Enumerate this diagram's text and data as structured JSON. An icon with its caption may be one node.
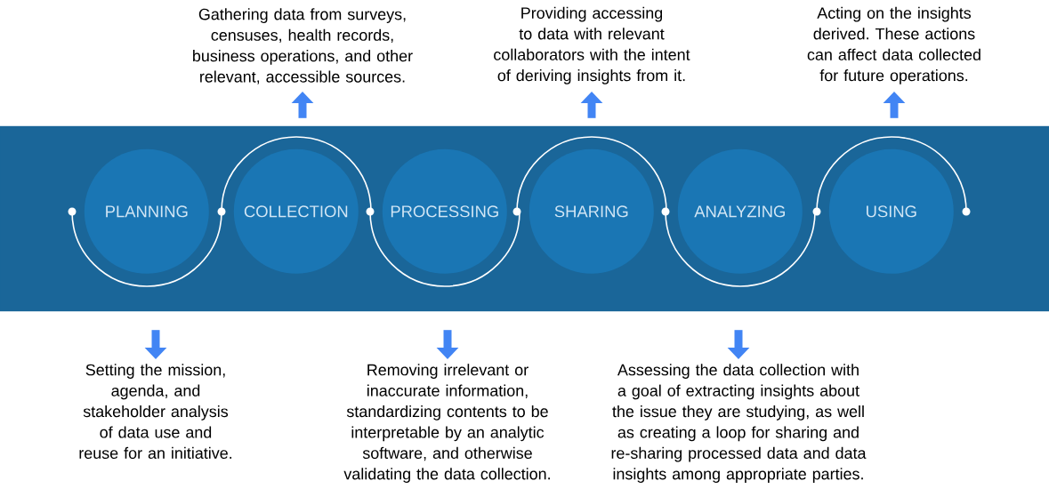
{
  "diagram": {
    "nodes": [
      {
        "text": [],
        "shape": "box"
      },
      {
        "text": [
          "PLANNING"
        ],
        "in": 0
      },
      {
        "text": [
          "COLLECTION"
        ],
        "in": 0
      },
      {
        "text": [
          "PROCESSING"
        ],
        "in": 0
      },
      {
        "text": [
          "SHARING"
        ],
        "in": 0
      },
      {
        "text": [
          "ANALYZING"
        ],
        "in": 0
      },
      {
        "text": [
          "USING"
        ],
        "in": 0
      },
      {
        "text": [
          "Gathering data from surveys, censuses, health records, business operations, and other relevant, accessible sources."
        ]
      },
      {
        "text": [
          "Providing accessing to data with relevant collaborators with the intent of deriving insights from it."
        ]
      },
      {
        "text": [
          "Acting on the insights derived. These actions can affect data collected for future operations."
        ]
      },
      {
        "text": [
          "Setting the mission, agenda, and stakeholder analysis of data use and reuse for an initiative."
        ]
      },
      {
        "text": [
          "Removing irrelevant or inaccurate information, standardizing contents to be interpretable by an analytic software, and otherwise validating the data collection."
        ]
      },
      {
        "text": [
          "Assessing the data collection with a goal of extracting insights about the issue they are studying, as well as creating a loop for sharing and re-sharing processed data and data insights among appropriate parties."
        ]
      }
    ],
    "edges": [
      {
        "from": 0,
        "to": 7,
        "arrow": "to"
      },
      {
        "from": 0,
        "to": 8,
        "arrow": "to"
      },
      {
        "from": 0,
        "to": 9,
        "arrow": "to"
      },
      {
        "from": 0,
        "to": 10,
        "arrow": "to"
      },
      {
        "from": 0,
        "to": 11,
        "arrow": "to"
      },
      {
        "from": 0,
        "to": 12,
        "arrow": "to"
      }
    ]
  }
}
